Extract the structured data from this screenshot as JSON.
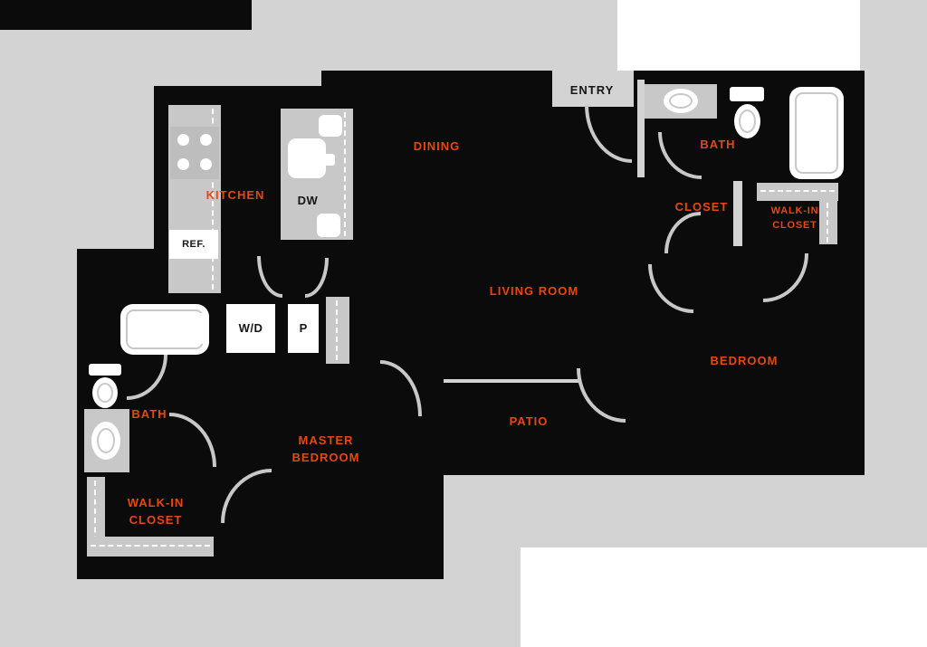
{
  "palette": {
    "background": "#d3d3d3",
    "floor_plan_black": "#0b0b0b",
    "fixture_gray": "#c8c8c8",
    "room_label_orange": "#e8470e",
    "entry_label_dark": "#161616",
    "fixture_white": "#ffffff"
  },
  "rooms": {
    "entry": "ENTRY",
    "kitchen": "KITCHEN",
    "dining": "DINING",
    "bath_upper": "BATH",
    "closet": "CLOSET",
    "walk_in_upper": {
      "line1": "WALK-IN",
      "line2": "CLOSET"
    },
    "living_room": "LIVING ROOM",
    "bedroom": "BEDROOM",
    "patio": "PATIO",
    "master_bedroom": {
      "line1": "MASTER",
      "line2": "BEDROOM"
    },
    "bath_lower": "BATH",
    "walk_in_lower": {
      "line1": "WALK-IN",
      "line2": "CLOSET"
    }
  },
  "appliances": {
    "refrigerator": "REF.",
    "dishwasher": "DW",
    "washer_dryer": "W/D",
    "pantry": "P"
  }
}
